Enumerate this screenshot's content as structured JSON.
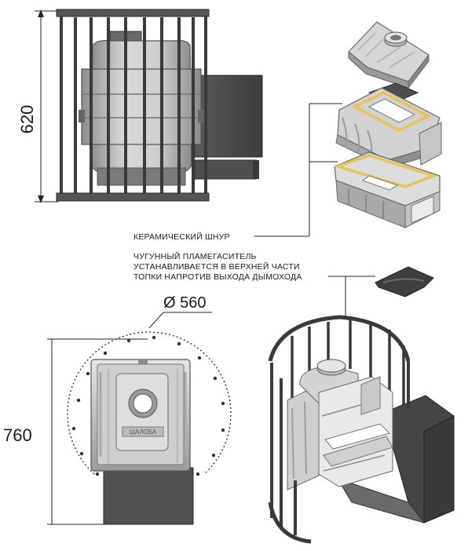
{
  "dimensions": {
    "height_top": "620",
    "height_bottom": "760",
    "diameter": "Ø 560"
  },
  "annotations": {
    "ceramic_cord": "КЕРАМИЧЕСКИЙ ШНУР",
    "flame_arrester_line1": "ЧУГУННЫЙ ПЛАМЕГАСИТЕЛЬ",
    "flame_arrester_line2": "УСТАНАВЛИВАЕТСЯ В ВЕРХНЕЙ ЧАСТИ",
    "flame_arrester_line3": "ТОПКИ НАПРОТИВ ВЫХОДА ДЫМОХОДА"
  },
  "door_label": "ШАЛОБА",
  "colors": {
    "metal_dark": "#4a4a4a",
    "cast_iron": "#bdbdbd",
    "cast_iron_light": "#e2e2e2",
    "cord": "#e9c25a"
  }
}
